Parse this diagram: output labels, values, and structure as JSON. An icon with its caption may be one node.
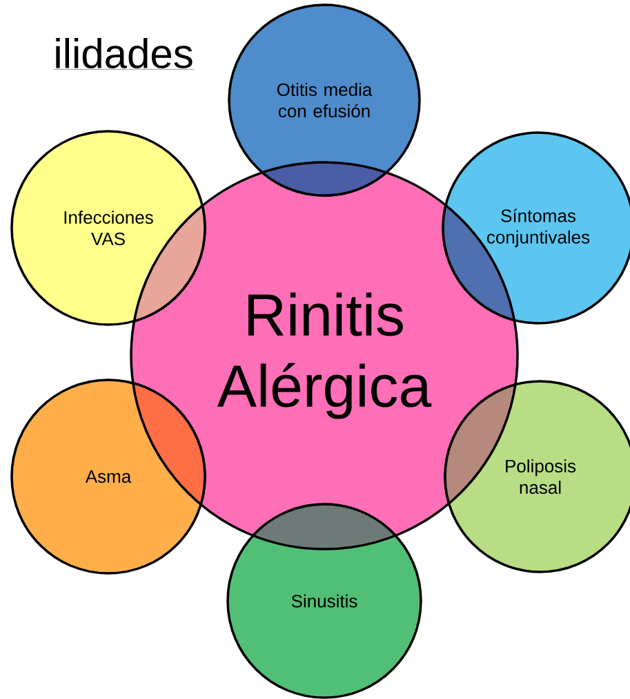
{
  "diagram": {
    "title": "ilidades",
    "nodes": [
      {
        "text": [
          "Rinitis Alérgica"
        ]
      },
      {
        "text": [
          "Otitis media con efusión"
        ]
      },
      {
        "text": [
          "Infecciones VAS"
        ]
      },
      {
        "text": [
          "Síntomas conjuntivales"
        ]
      },
      {
        "text": [
          "Asma"
        ]
      },
      {
        "text": [
          "Poliposis nasal"
        ]
      },
      {
        "text": [
          "Sinusitis"
        ]
      }
    ]
  }
}
